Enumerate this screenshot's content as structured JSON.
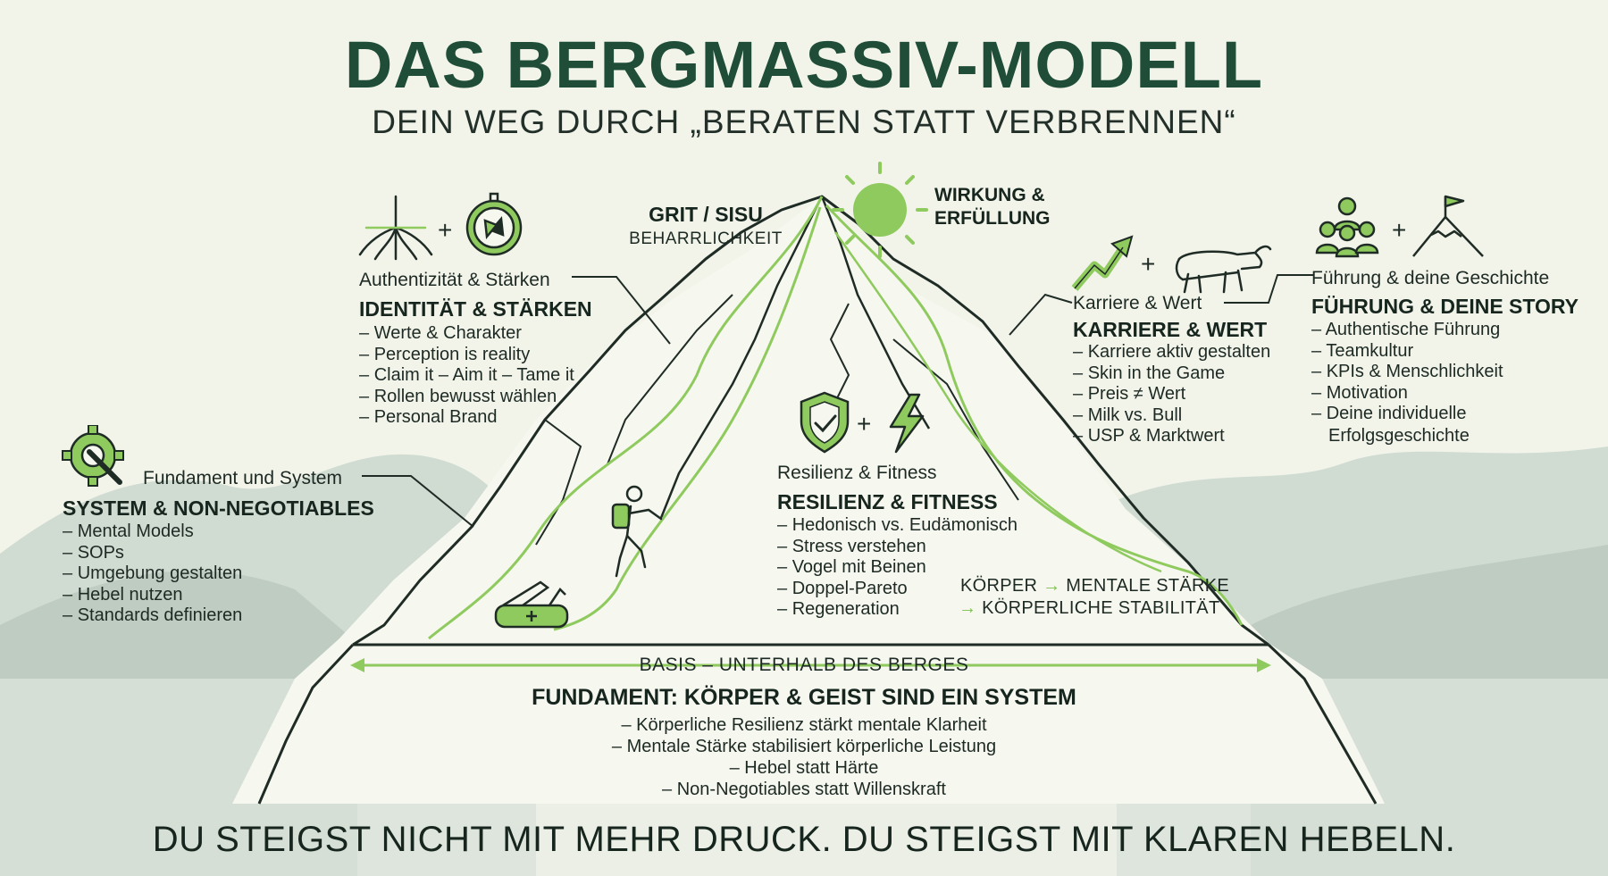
{
  "header": {
    "title": "DAS BERGMASSIV-MODELL",
    "subtitle": "DEIN WEG DURCH „BERATEN STATT VERBRENNEN“"
  },
  "peak": {
    "grit_title": "GRIT / SISU",
    "grit_sub": "BEHARRLICHKEIT",
    "wirkung_line1": "WIRKUNG &",
    "wirkung_line2": "ERFÜLLUNG",
    "sun_icon": "sun-icon"
  },
  "identitaet": {
    "label": "Authentizität & Stärken",
    "heading": "IDENTITÄT & STÄRKEN",
    "items": [
      "Werte & Charakter",
      "Perception is reality",
      "Claim it – Aim it – Tame it",
      "Rollen bewusst wählen",
      "Personal Brand"
    ],
    "icons": [
      "roots-icon",
      "compass-icon"
    ],
    "plus": "+"
  },
  "system": {
    "label": "Fundament und System",
    "heading": "SYSTEM & NON-NEGOTIABLES",
    "items": [
      "Mental Models",
      "SOPs",
      "Umgebung gestalten",
      "Hebel nutzen",
      "Standards definieren"
    ],
    "icons": [
      "gear-wrench-icon"
    ]
  },
  "karriere": {
    "label": "Karriere & Wert",
    "heading": "KARRIERE & WERT",
    "items": [
      "Karriere aktiv gestalten",
      "Skin in the Game",
      "Preis ≠ Wert",
      "Milk vs. Bull",
      "USP & Marktwert"
    ],
    "icons": [
      "growth-arrow-icon",
      "bull-icon"
    ],
    "plus": "+"
  },
  "fuehrung": {
    "label": "Führung & deine Geschichte",
    "heading": "FÜHRUNG & DEINE STORY",
    "items": [
      "Authentische Führung",
      "Teamkultur",
      "KPIs & Menschlichkeit",
      "Motivation",
      "Deine individuelle"
    ],
    "item_cont": "Erfolgsgeschichte",
    "icons": [
      "team-icon",
      "summit-flag-icon"
    ],
    "plus": "+"
  },
  "resilienz": {
    "label": "Resilienz & Fitness",
    "heading": "RESILIENZ & FITNESS",
    "items": [
      "Hedonisch vs. Eudämonisch",
      "Stress verstehen",
      "Vogel mit Beinen",
      "Doppel-Pareto",
      "Regeneration"
    ],
    "icons": [
      "shield-check-icon",
      "lightning-icon"
    ],
    "plus": "+"
  },
  "koerper": {
    "line1_a": "KÖRPER",
    "line1_b": "MENTALE STÄRKE",
    "line2": "KÖRPERLICHE STABILITÄT",
    "arrow": "→"
  },
  "basis": {
    "label": "BASIS – UNTERHALB DES BERGES",
    "heading": "FUNDAMENT: KÖRPER & GEIST SIND EIN SYSTEM",
    "items": [
      "Körperliche Resilienz stärkt mentale Klarheit",
      "Mentale Stärke stabilisiert körperliche Leistung",
      "Hebel statt Härte",
      "Non-Negotiables statt Willenskraft"
    ]
  },
  "footer": {
    "text": "DU STEIGST NICHT MIT MEHR DRUCK. DU STEIGST MIT KLAREN HEBELN."
  },
  "colors": {
    "accent_green": "#7cc04b",
    "dark_green": "#1f4d38",
    "ink": "#1d2a24",
    "background": "#f2f4ea",
    "hills": "#b9c9bf"
  }
}
